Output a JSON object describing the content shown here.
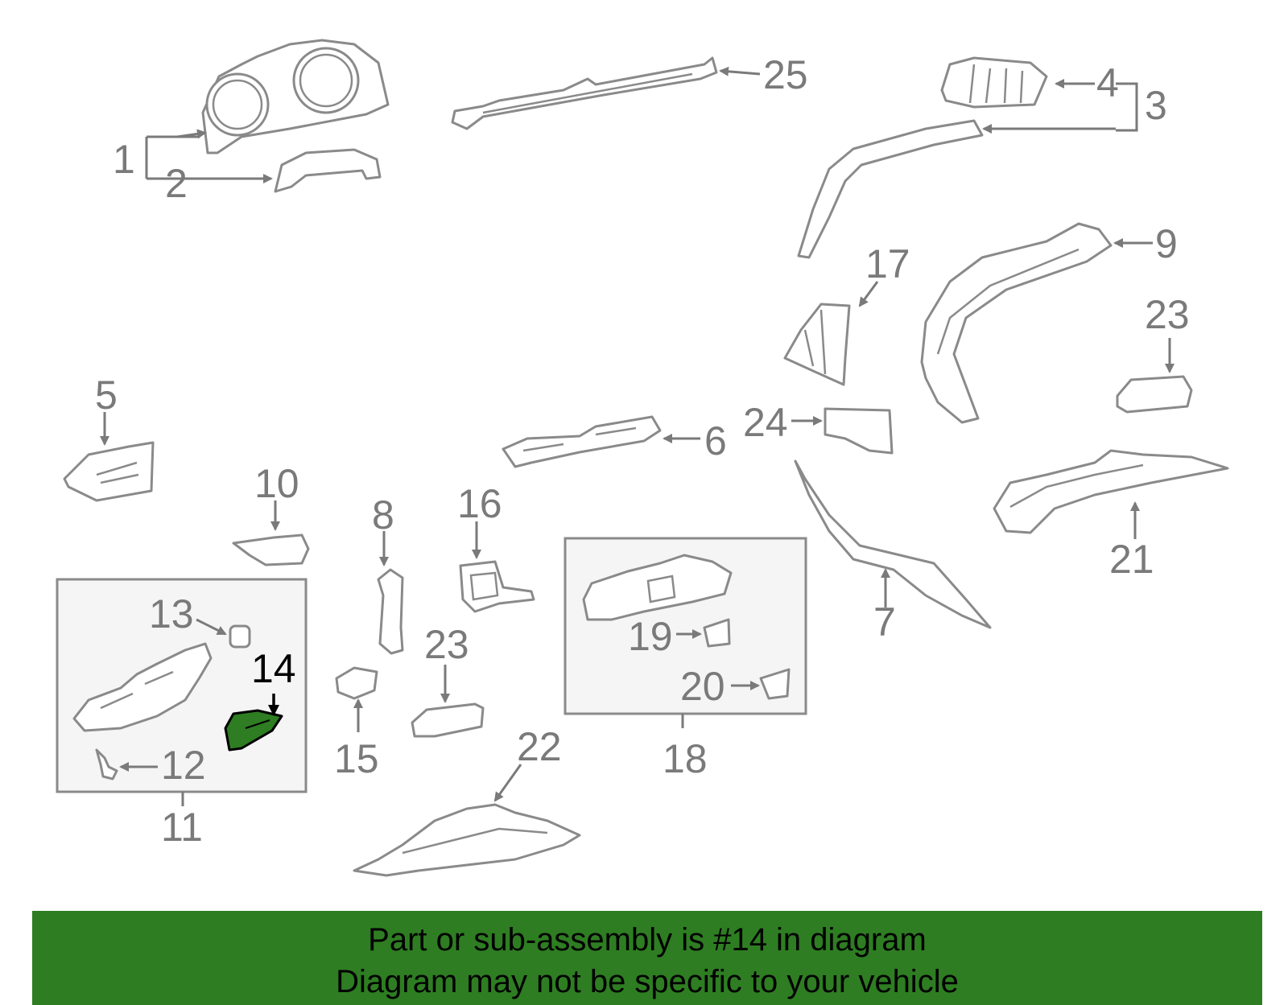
{
  "callouts": {
    "c1": "1",
    "c2": "2",
    "c3": "3",
    "c4": "4",
    "c5": "5",
    "c6": "6",
    "c7": "7",
    "c8": "8",
    "c9": "9",
    "c10": "10",
    "c11": "11",
    "c12": "12",
    "c13": "13",
    "c14": "14",
    "c15": "15",
    "c16": "16",
    "c17": "17",
    "c18": "18",
    "c19": "19",
    "c20": "20",
    "c21": "21",
    "c22": "22",
    "c23a": "23",
    "c23b": "23",
    "c24": "24",
    "c25": "25"
  },
  "highlight_part": "14",
  "colors": {
    "highlight_fill": "#2e7d22",
    "banner_bg": "#2e7d22",
    "line_gray": "#8a8a8a",
    "box_fill": "#f5f5f5"
  },
  "banner": {
    "line1": "Part or sub-assembly is #14 in diagram",
    "line2": "Diagram may not be specific to your vehicle"
  }
}
